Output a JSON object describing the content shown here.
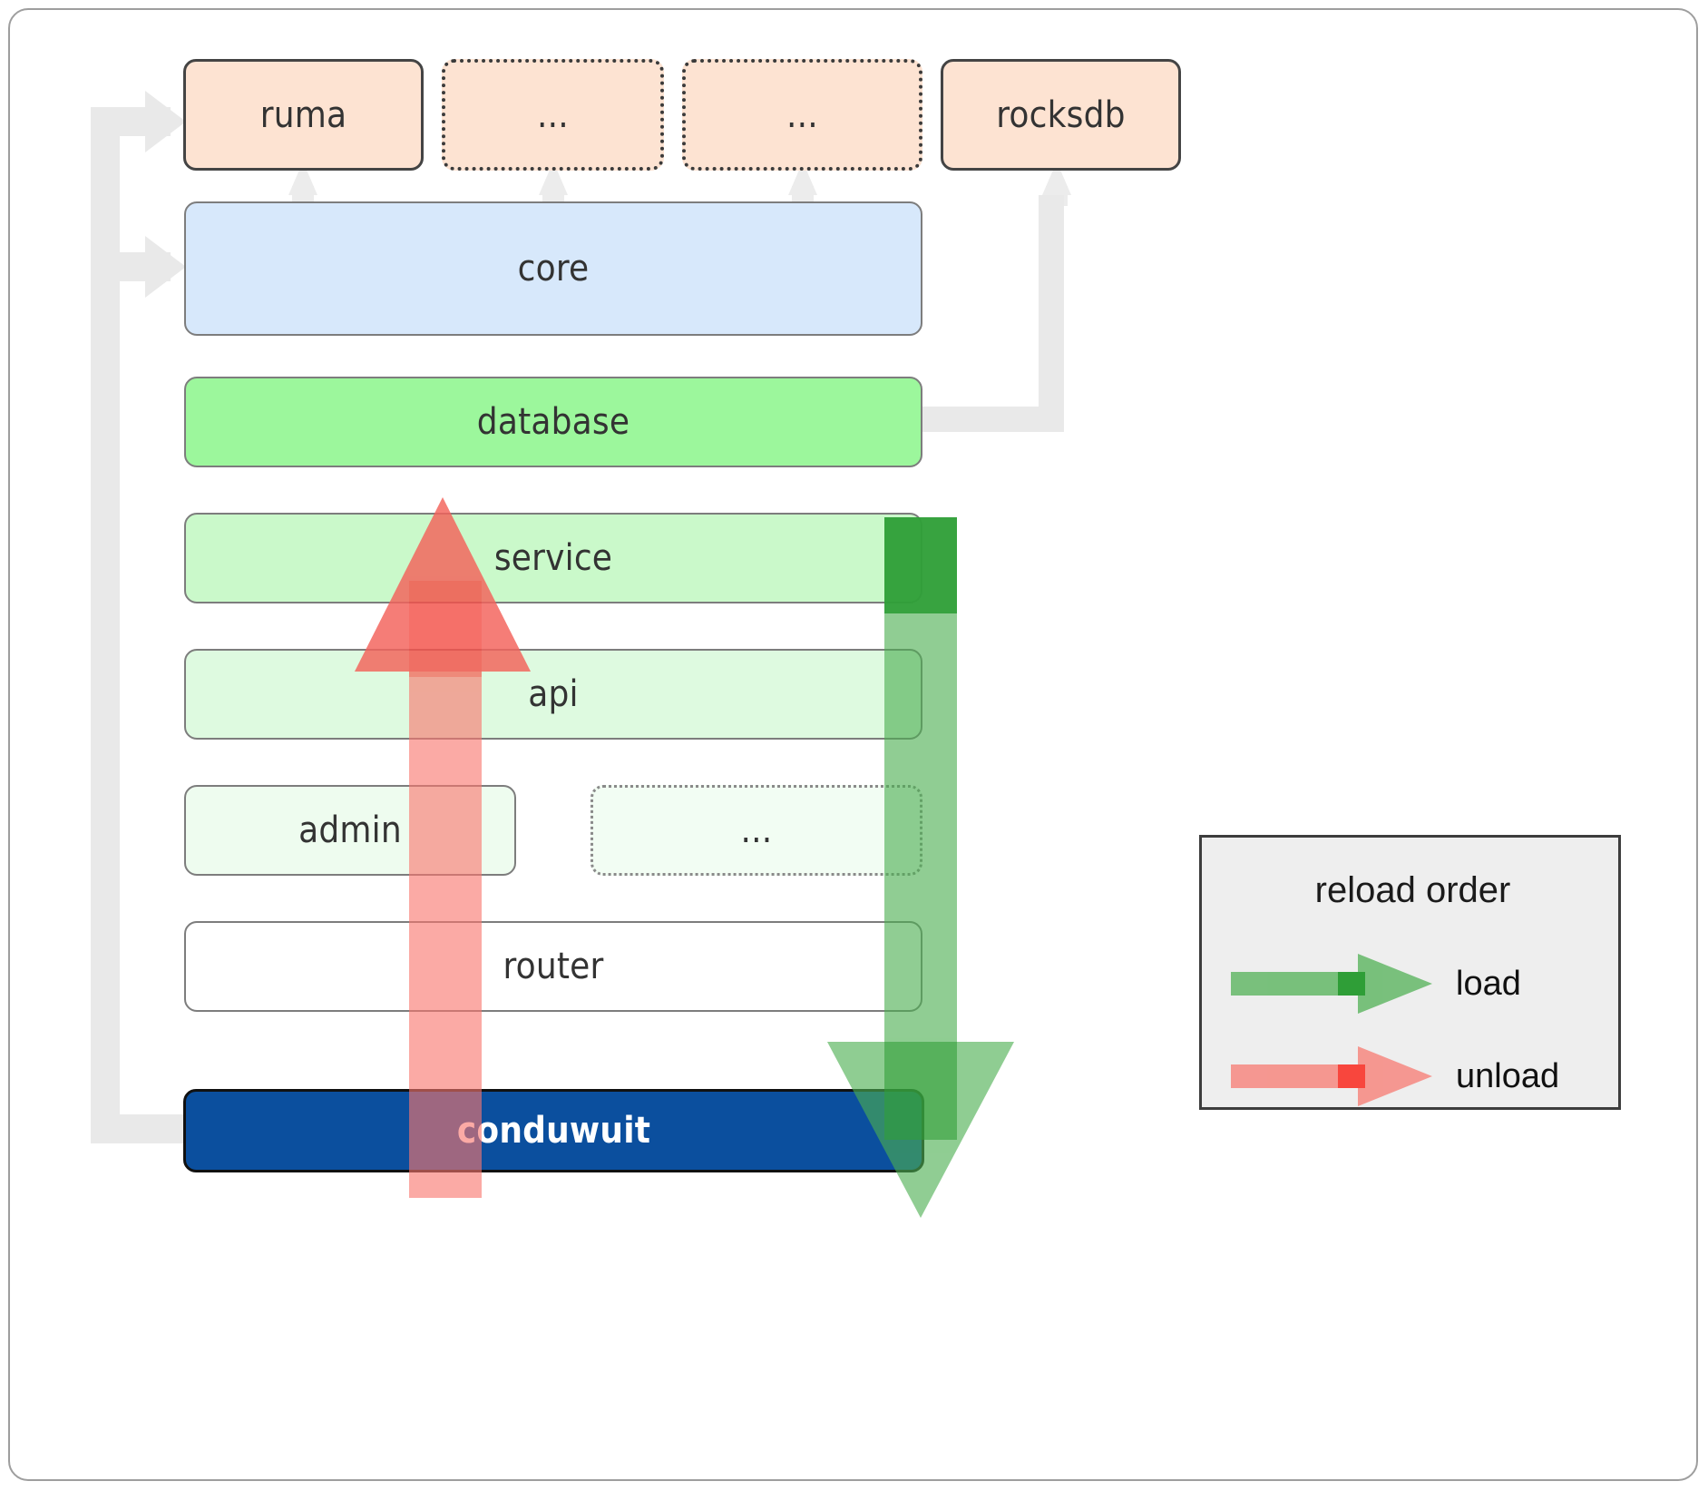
{
  "diagram": {
    "title": "conduwuit crate layering / reload order",
    "colors": {
      "dependency_fill": "#fde3d2",
      "dependency_stroke": "#444444",
      "core_fill": "#d7e8fb",
      "crate_stroke": "#7d7d7d",
      "database_fill": "#9cf79c",
      "service_fill": "#caf9ca",
      "api_fill": "#defae0",
      "admin_fill": "#eefcef",
      "extra_fill": "#f2fdf3",
      "router_fill": "#ffffff",
      "conduwuit_fill": "#0b4f9e",
      "conduwuit_text": "#ffffff",
      "load_arrow": "#4caf50",
      "unload_arrow": "#f8766d",
      "connector": "#e8e8e8",
      "legend_fill": "#eeeeee",
      "legend_stroke": "#3d3d3d"
    },
    "dependencies": [
      {
        "id": "ruma",
        "label": "ruma",
        "border": "solid"
      },
      {
        "id": "dots1",
        "label": "...",
        "border": "dotted"
      },
      {
        "id": "dots2",
        "label": "...",
        "border": "dotted"
      },
      {
        "id": "rocksdb",
        "label": "rocksdb",
        "border": "solid"
      }
    ],
    "core": {
      "label": "core"
    },
    "crates": [
      {
        "id": "database",
        "label": "database"
      },
      {
        "id": "service",
        "label": "service"
      },
      {
        "id": "api",
        "label": "api"
      },
      {
        "id": "admin",
        "label": "admin"
      },
      {
        "id": "extra",
        "label": "...",
        "border": "dotted"
      },
      {
        "id": "router",
        "label": "router"
      }
    ],
    "binary": {
      "label": "conduwuit"
    },
    "arrows": {
      "load": {
        "direction": "down",
        "label": "load"
      },
      "unload": {
        "direction": "up",
        "label": "unload"
      }
    }
  },
  "legend": {
    "title": "reload order",
    "items": [
      {
        "id": "load",
        "label": "load",
        "color": "#4caf50"
      },
      {
        "id": "unload",
        "label": "unload",
        "color": "#f8766d"
      }
    ]
  }
}
